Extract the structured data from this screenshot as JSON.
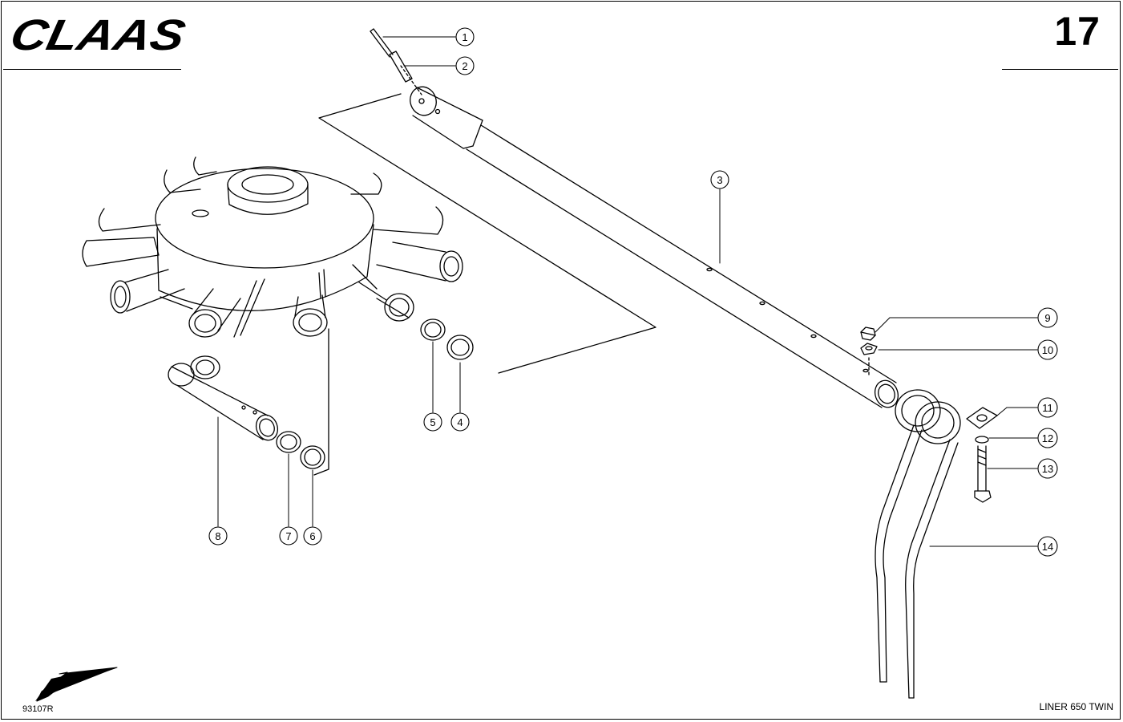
{
  "header": {
    "brand": "CLAAS",
    "page_number": "17"
  },
  "footer": {
    "drawing_number": "93107R",
    "model": "LINER 650 TWIN"
  },
  "callouts": [
    "1",
    "2",
    "3",
    "4",
    "5",
    "6",
    "7",
    "8",
    "9",
    "10",
    "11",
    "12",
    "13",
    "14"
  ]
}
